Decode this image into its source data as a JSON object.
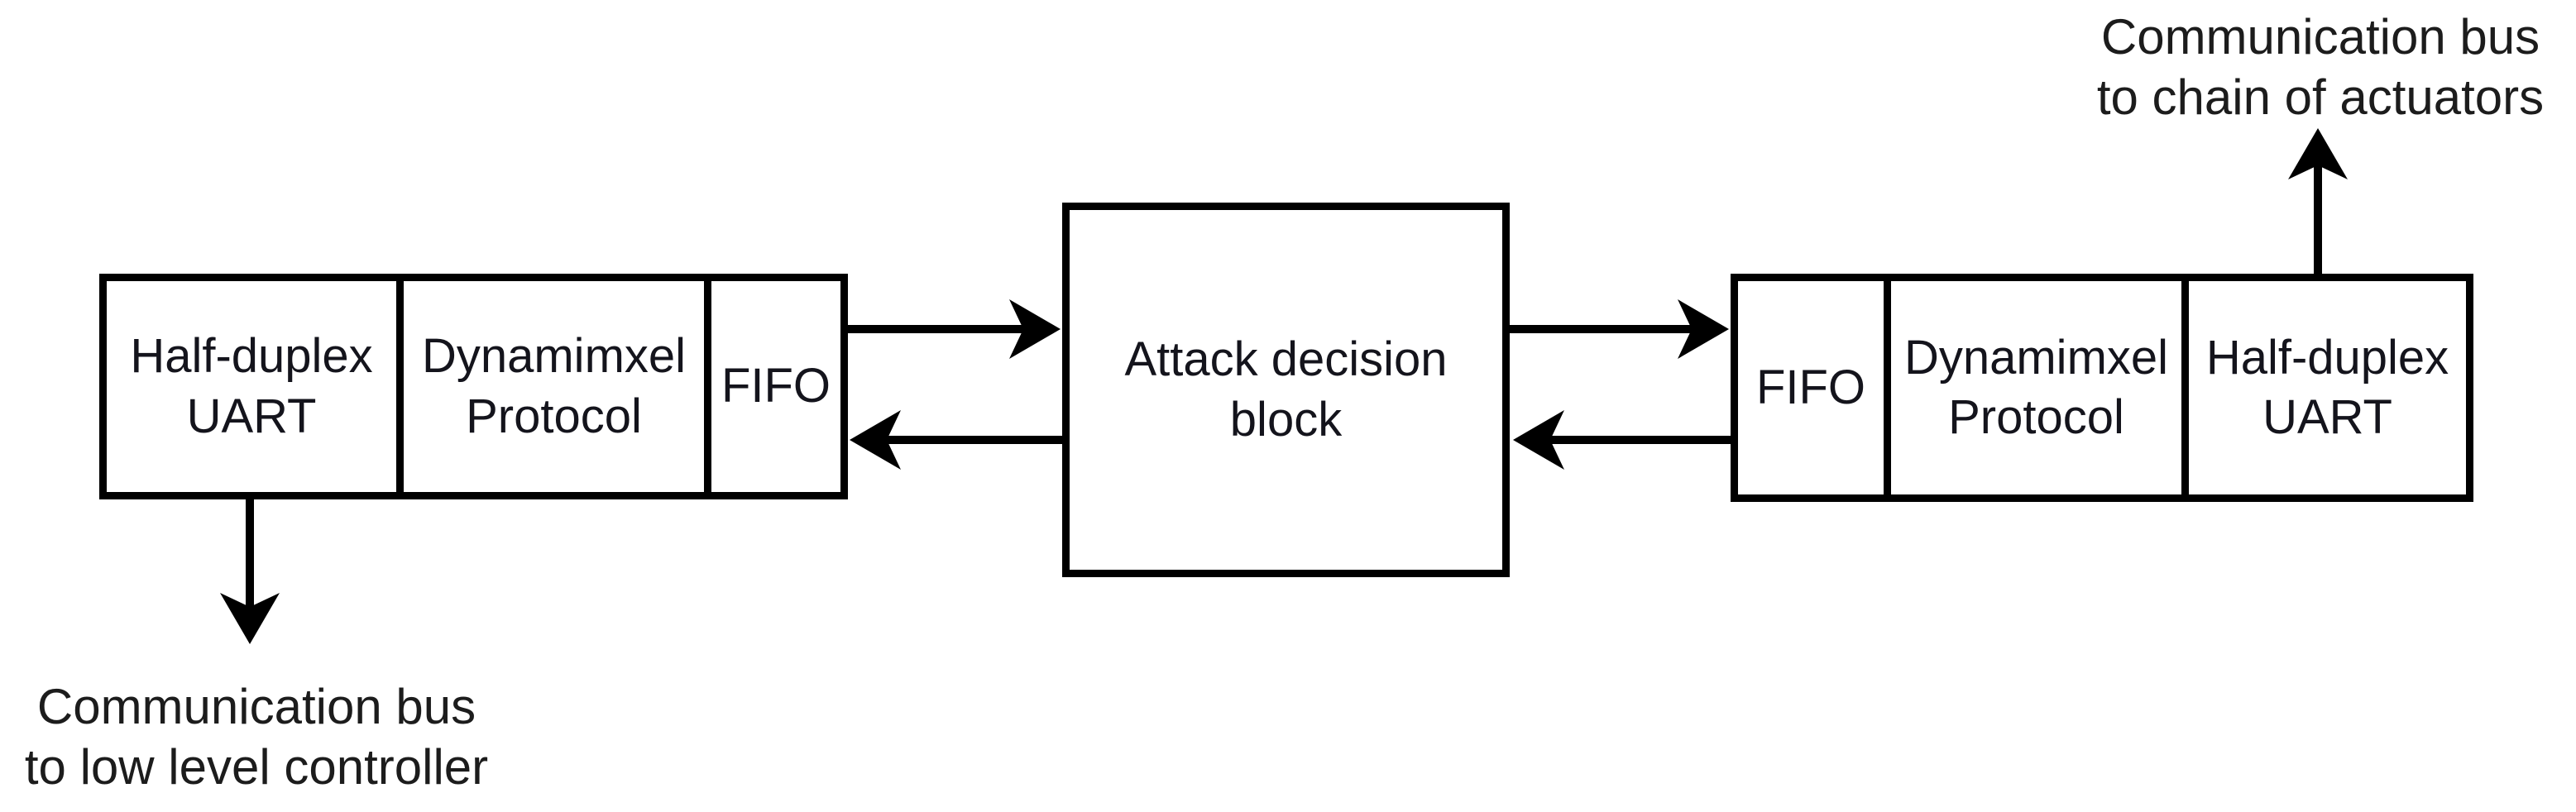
{
  "figure": {
    "background_color": "#ffffff",
    "line_color": "#000000",
    "text_color": "#14141c",
    "type": "block-diagram"
  },
  "blocks": {
    "left": [
      {
        "label": "Half-duplex\nUART"
      },
      {
        "label": "Dynamimxel\nProtocol"
      },
      {
        "label": "FIFO"
      }
    ],
    "center": {
      "label": "Attack decision\nblock"
    },
    "right": [
      {
        "label": "FIFO"
      },
      {
        "label": "Dynamimxel\nProtocol"
      },
      {
        "label": "Half-duplex\nUART"
      }
    ]
  },
  "labels": {
    "bottom_left": "Communication bus\nto low level controller",
    "top_right": "Communication bus\nto chain of actuators"
  },
  "connections": [
    {
      "from": "left-fifo",
      "to": "attack-decision-block",
      "direction": "right"
    },
    {
      "from": "attack-decision-block",
      "to": "left-fifo",
      "direction": "left"
    },
    {
      "from": "attack-decision-block",
      "to": "right-fifo",
      "direction": "right"
    },
    {
      "from": "right-fifo",
      "to": "attack-decision-block",
      "direction": "left"
    },
    {
      "from": "left-half-duplex-uart",
      "to": "communication-bus-low-level-controller",
      "direction": "down"
    },
    {
      "from": "right-half-duplex-uart",
      "to": "communication-bus-chain-of-actuators",
      "direction": "up"
    }
  ]
}
